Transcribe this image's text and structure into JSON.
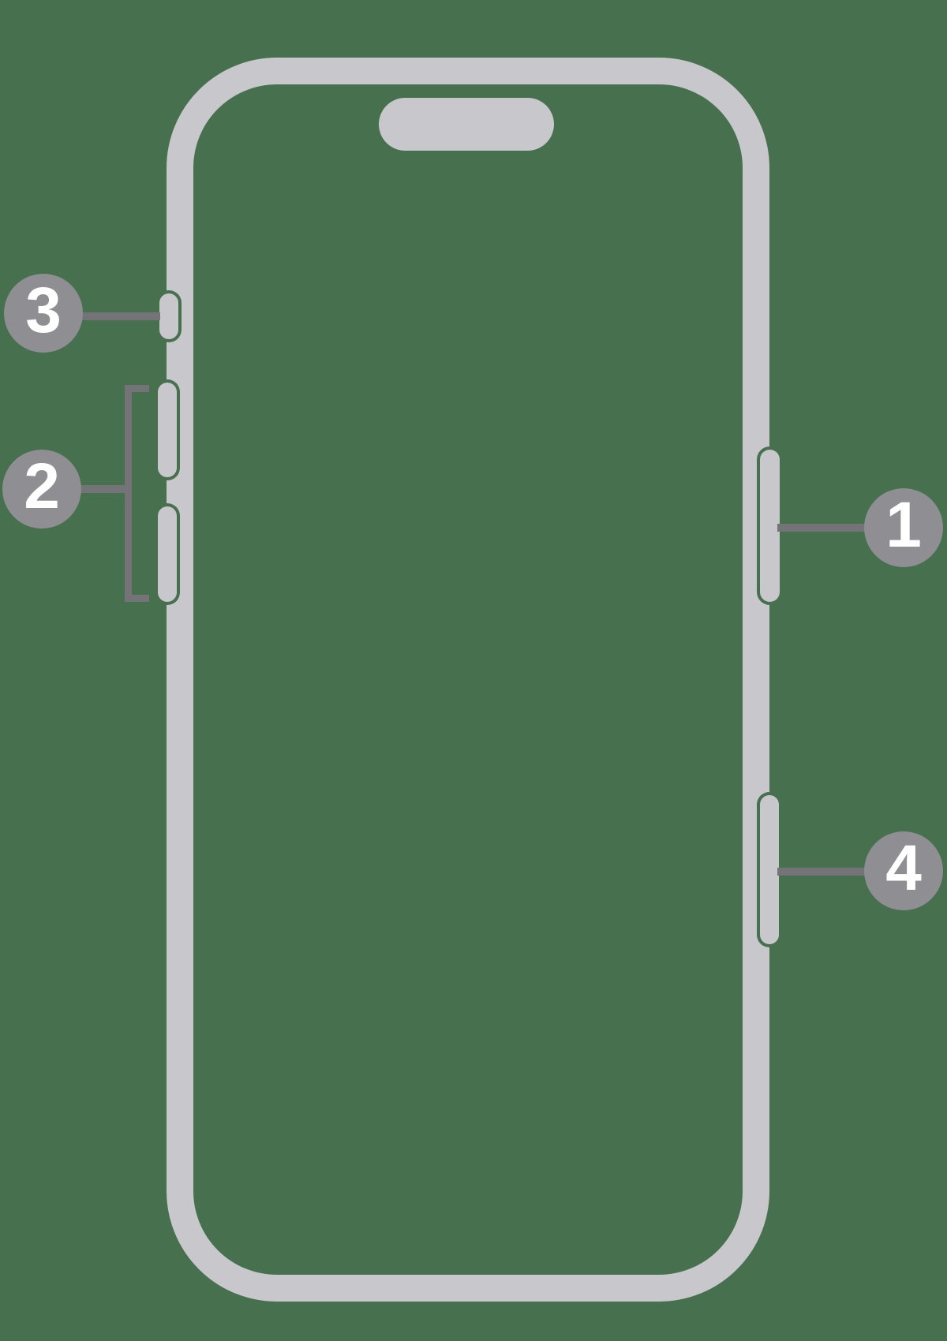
{
  "figure": {
    "description": "iPhone front view outline diagram with numbered callouts",
    "device_icon": "iphone-front-outline",
    "callouts": [
      {
        "label": "1",
        "side": "right",
        "target": "side-button"
      },
      {
        "label": "2",
        "side": "left",
        "target": "volume-buttons"
      },
      {
        "label": "3",
        "side": "left",
        "target": "action-button"
      },
      {
        "label": "4",
        "side": "right",
        "target": "camera-control-button"
      }
    ]
  },
  "colors": {
    "background": "#47704E",
    "device_outline": "#c7c7cc",
    "callout_circle": "#8e8e93",
    "leader_line": "#737378",
    "callout_text": "#ffffff"
  }
}
